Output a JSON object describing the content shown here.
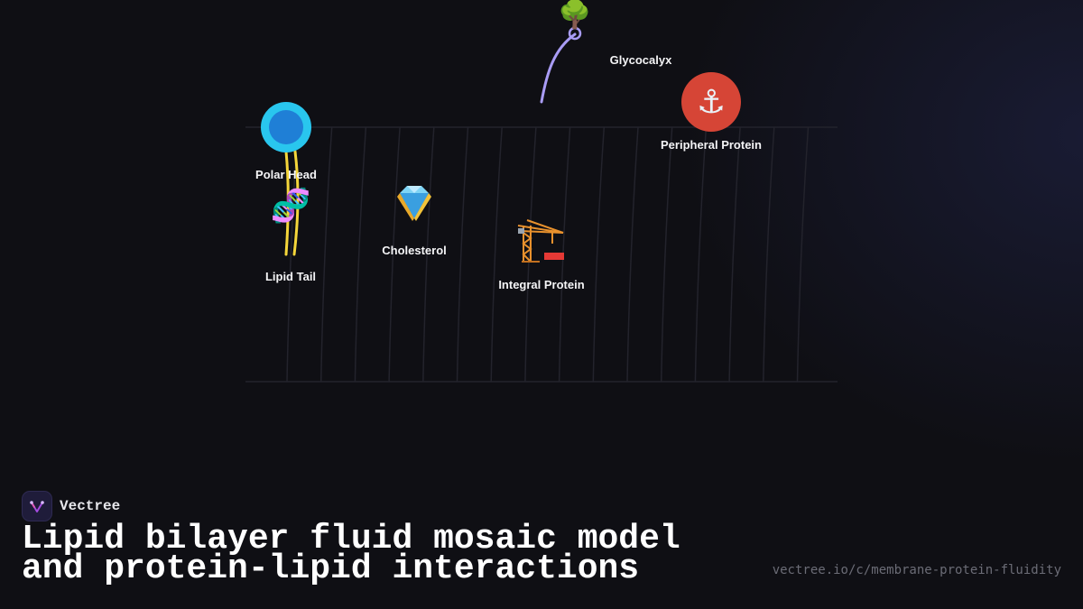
{
  "diagram": {
    "labels": {
      "glycocalyx": "Glycocalyx",
      "peripheral_protein": "Peripheral Protein",
      "polar_head": "Polar Head",
      "lipid_tail": "Lipid Tail",
      "cholesterol": "Cholesterol",
      "integral_protein": "Integral Protein"
    },
    "icons": {
      "glycocalyx": "🌳",
      "peripheral_protein": "⚓",
      "polar_head": "🔵",
      "lipid_tail": "🧬",
      "cholesterol": "💎",
      "integral_protein": "🏗️"
    },
    "colors": {
      "background": "#0f0f14",
      "membrane_lines": "#23232c",
      "glycocalyx_chain": "#a99cf5",
      "peripheral_protein": "#d64536",
      "polar_head": "#29c6ee",
      "lipid_tail": "#f5d63a",
      "label_text": "#f4f4f6"
    }
  },
  "branding": {
    "name": "Vectree",
    "logo_icon": "vectree-logo-icon",
    "url": "vectree.io/c/membrane-protein-fluidity"
  },
  "title": "Lipid bilayer fluid mosaic model and protein-lipid interactions"
}
